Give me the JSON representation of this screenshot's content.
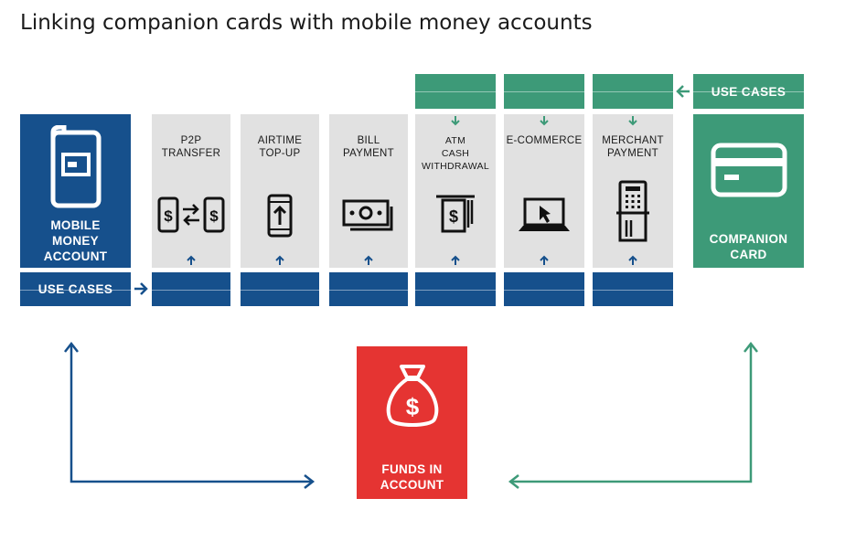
{
  "title": "Linking companion cards with mobile money accounts",
  "mobile_money": {
    "label": "MOBILE\nMONEY\nACCOUNT",
    "use_cases_label": "USE CASES"
  },
  "companion": {
    "label": "COMPANION\nCARD",
    "use_cases_label": "USE CASES"
  },
  "funds": {
    "label": "FUNDS IN\nACCOUNT"
  },
  "columns": [
    {
      "label": "P2P\nTRANSFER",
      "icon": "p2p-transfer-icon",
      "companion_linked": false
    },
    {
      "label": "AIRTIME\nTOP-UP",
      "icon": "airtime-topup-icon",
      "companion_linked": false
    },
    {
      "label": "BILL\nPAYMENT",
      "icon": "bill-payment-icon",
      "companion_linked": false
    },
    {
      "label": "ATM\nCASH\nWITHDRAWAL",
      "icon": "atm-cash-icon",
      "companion_linked": true
    },
    {
      "label": "E-COMMERCE",
      "icon": "e-commerce-icon",
      "companion_linked": true
    },
    {
      "label": "MERCHANT\nPAYMENT",
      "icon": "merchant-payment-icon",
      "companion_linked": true
    }
  ],
  "colors": {
    "blue": "#16508c",
    "green": "#3d9a78",
    "grey": "#e1e1e1",
    "red": "#e53432"
  }
}
